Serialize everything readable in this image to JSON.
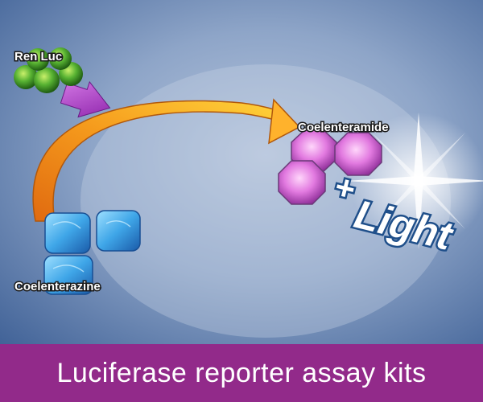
{
  "labels": {
    "ren_luc": "Ren Luc",
    "coelenteramide": "Coelenteramide",
    "coelenterazine": "Coelenterazine",
    "plus": "+",
    "light": "Light"
  },
  "banner": {
    "title": "Luciferase reporter assay kits"
  },
  "colors": {
    "banner": "#922a8a",
    "arrow_orange": "#f59a1c",
    "arrow_yellow": "#ffd23a",
    "small_arrow": "#b23fc6",
    "enzyme_green": "#57b232",
    "substrate_blue": "#3fa6e8",
    "product_pink": "#d94fd0"
  }
}
